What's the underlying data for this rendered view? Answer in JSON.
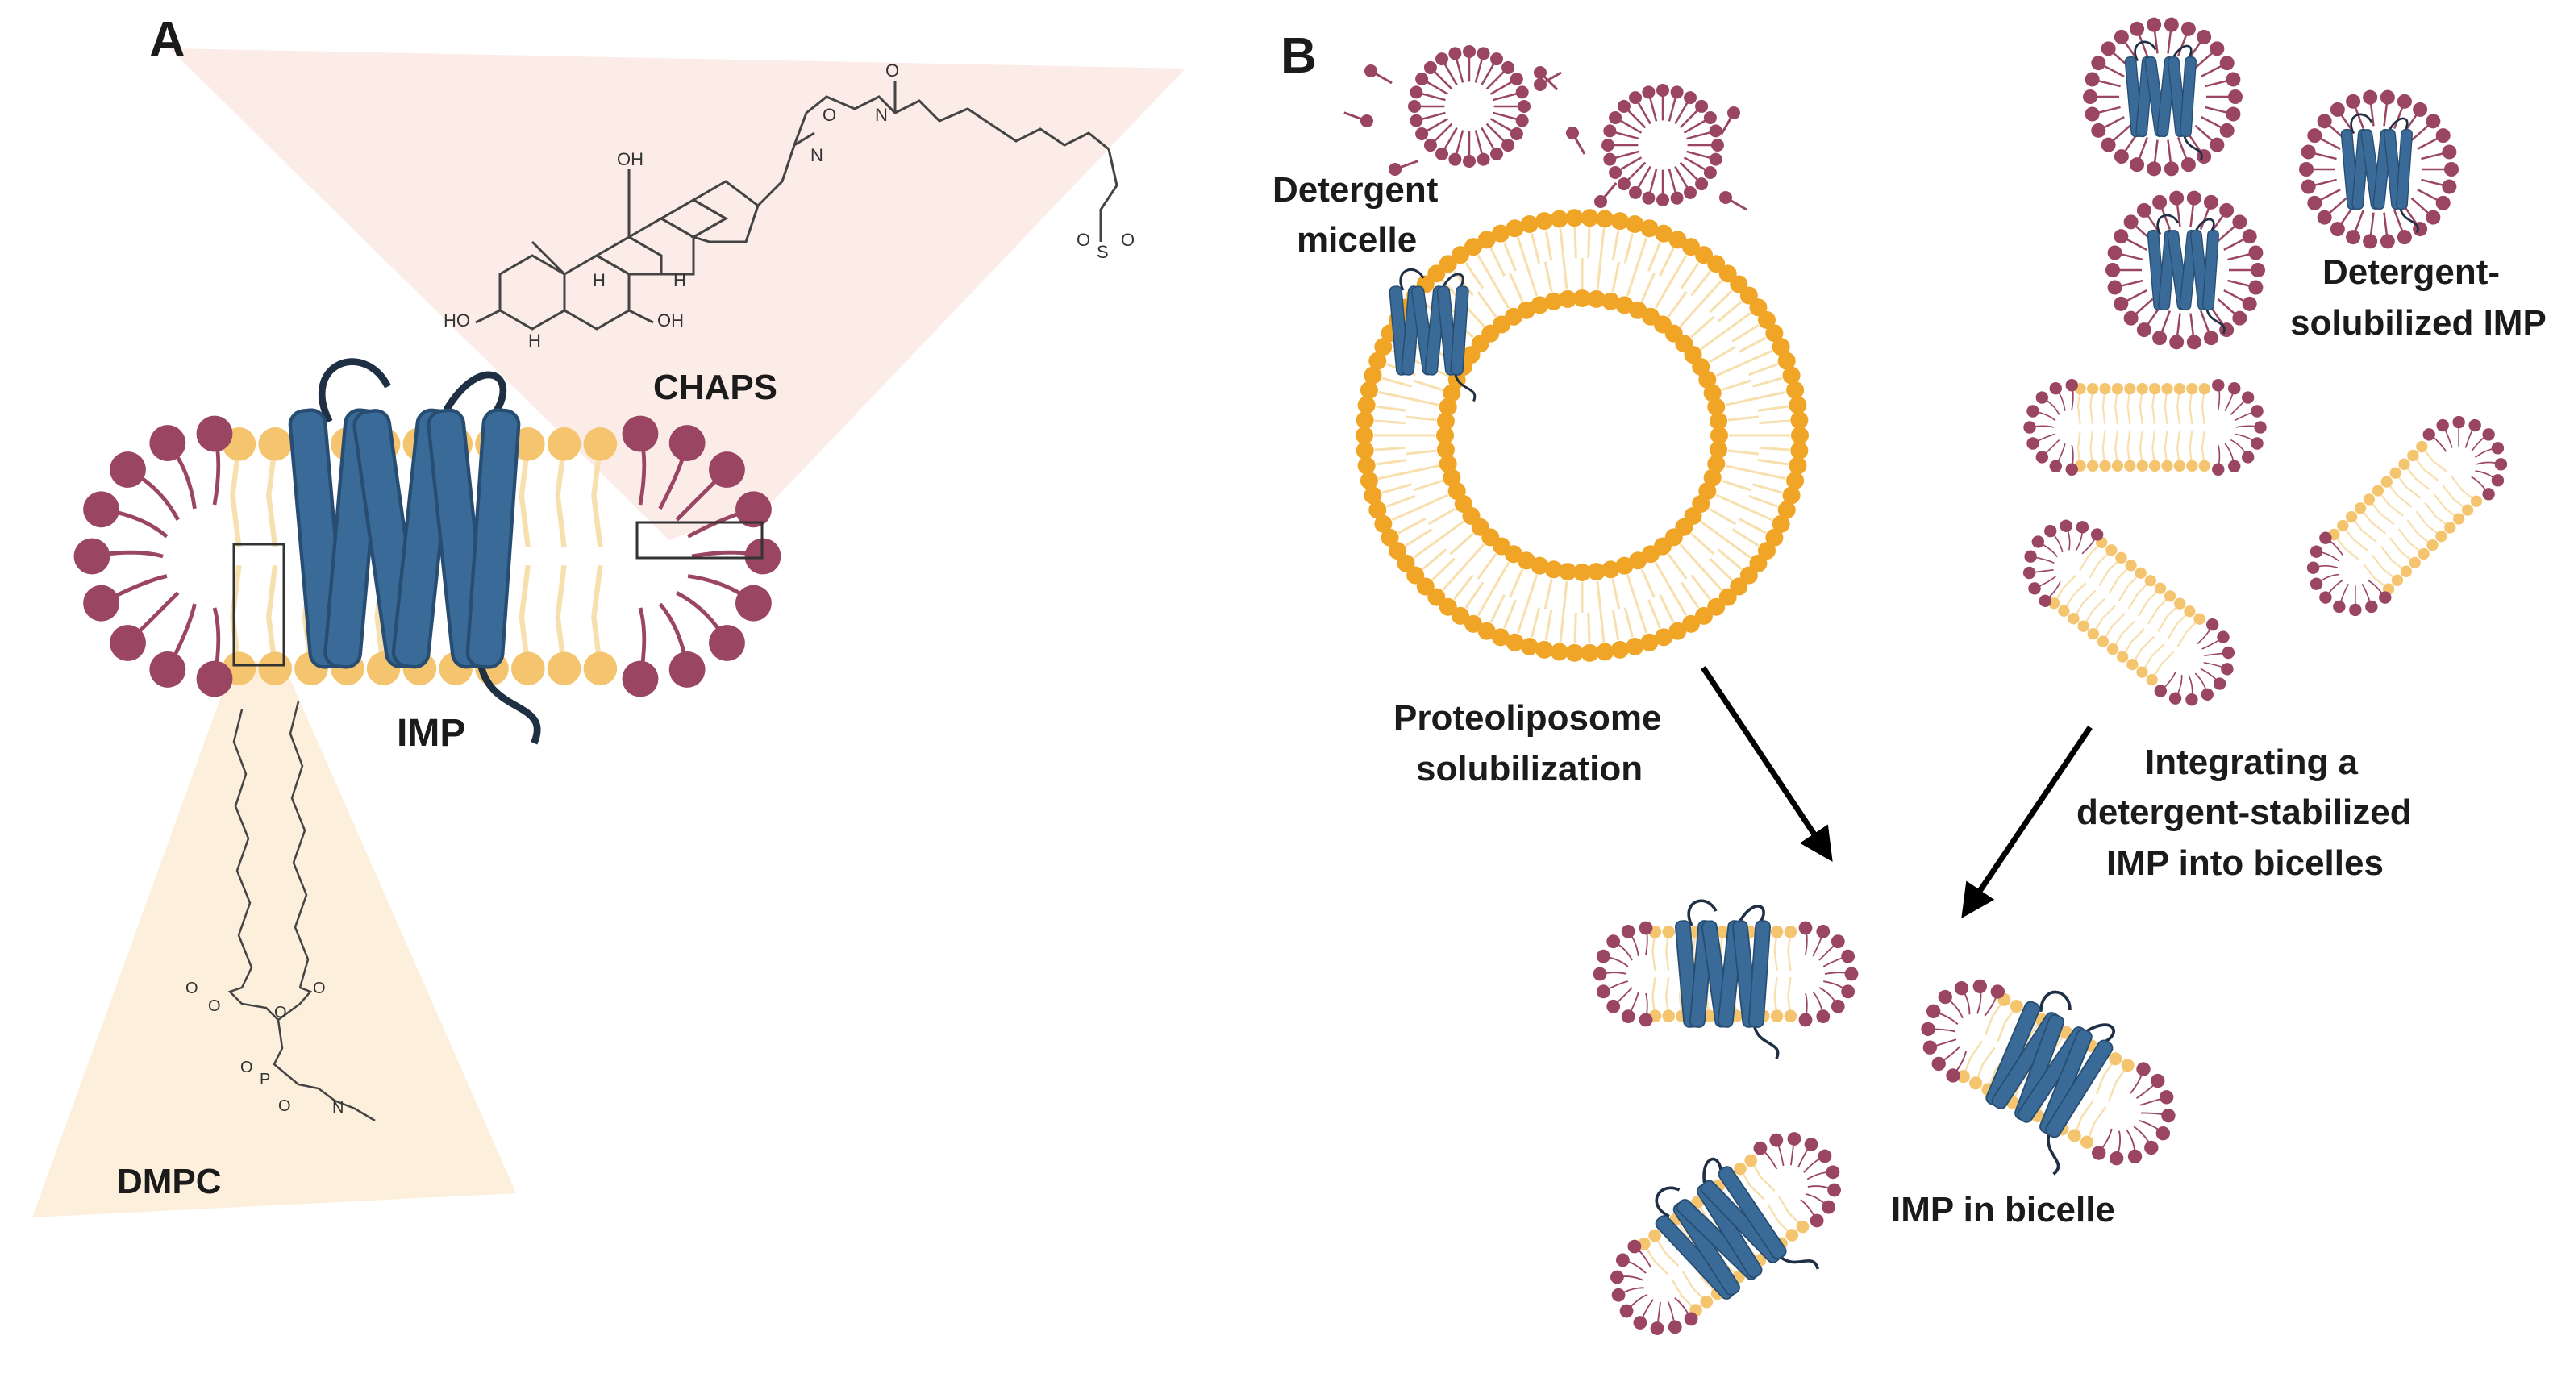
{
  "panels": {
    "a": {
      "letter": "A",
      "chaps_label": "CHAPS",
      "imp_label": "IMP",
      "dmpc_label": "DMPC",
      "chaps_atoms": [
        "OH",
        "N",
        "HO",
        "H",
        "OH",
        "O",
        "S",
        "O",
        "O",
        "H",
        "H",
        "N",
        "O"
      ],
      "dmpc_atoms": [
        "O",
        "O",
        "O",
        "O",
        "O",
        "P",
        "O",
        "N"
      ]
    },
    "b": {
      "letter": "B",
      "detergent_micelle": [
        "Detergent",
        "micelle"
      ],
      "detergent_solubilized": [
        "Detergent-",
        "solubilized IMP"
      ],
      "proteoliposome": [
        "Proteoliposome",
        "solubilization"
      ],
      "integrating": [
        "Integrating a",
        "detergent-stabilized",
        "IMP into bicelles"
      ],
      "imp_in_bicelle": "IMP in bicelle"
    }
  },
  "colors": {
    "lipid_head": "#f5c46e",
    "lipid_tail": "#f7dfae",
    "liposome_head": "#f0a526",
    "detergent_head": "#9a4562",
    "protein": "#3a6b98",
    "protein_dark": "#274d72",
    "zoom_chaps": "#fbece8",
    "zoom_dmpc": "#fcefdc",
    "arrow": "#000000"
  }
}
